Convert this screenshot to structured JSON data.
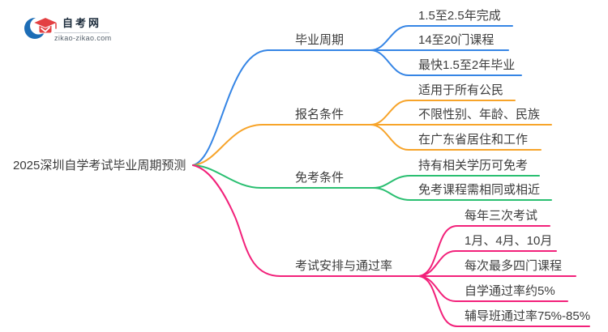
{
  "logo": {
    "title": "自考网",
    "domain": "zikao-zikao.com",
    "icon": "graduation-cap-crescent-icon",
    "colors": {
      "crescent_blue": "#1d6db6",
      "cap_red": "#e34042"
    }
  },
  "root": {
    "label": "2025深圳自学考试毕业周期预测"
  },
  "branches": [
    {
      "label": "毕业周期",
      "color": "#3585e5",
      "children": [
        "1.5至2.5年完成",
        "14至20门课程",
        "最快1.5至2年毕业"
      ]
    },
    {
      "label": "报名条件",
      "color": "#f7a42a",
      "children": [
        "适用于所有公民",
        "不限性别、年龄、民族",
        "在广东省居住和工作"
      ]
    },
    {
      "label": "免考条件",
      "color": "#2abf71",
      "children": [
        "持有相关学历可免考",
        "免考课程需相同或相近"
      ]
    },
    {
      "label": "考试安排与通过率",
      "color": "#f2217a",
      "children": [
        "每年三次考试",
        "1月、4月、10月",
        "每次最多四门课程",
        "自学通过率约5%",
        "辅导班通过率75%-85%"
      ]
    }
  ]
}
